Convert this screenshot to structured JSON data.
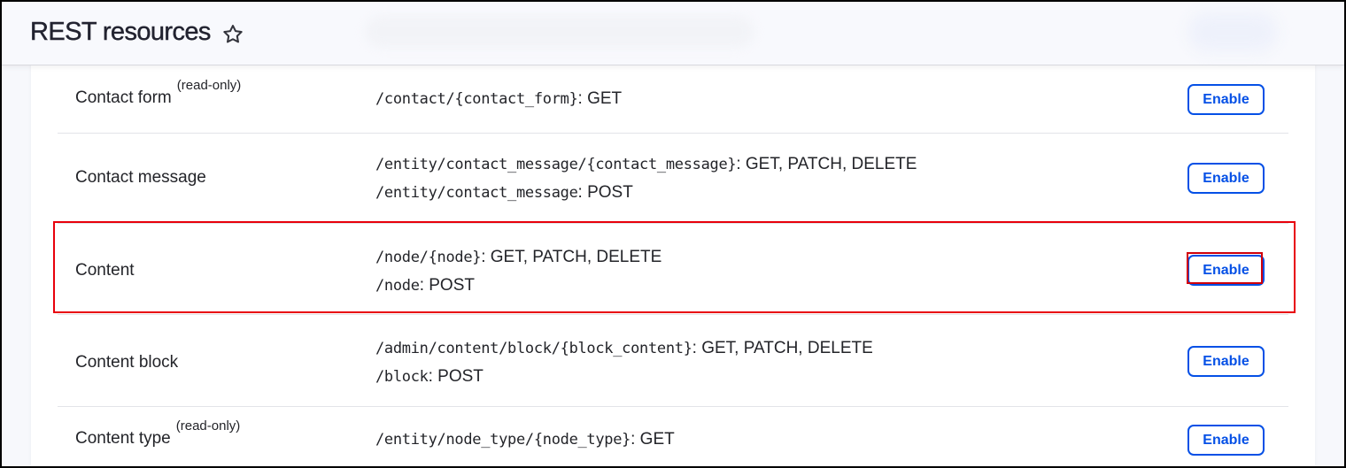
{
  "header": {
    "title": "REST resources",
    "favorite_icon": "star-outline-icon"
  },
  "resources": [
    {
      "name": "Contact form",
      "tag": "(read-only)",
      "paths": [
        {
          "path": "/contact/{contact_form}",
          "methods": ": GET"
        }
      ],
      "action": "Enable"
    },
    {
      "name": "Contact message",
      "tag": "",
      "paths": [
        {
          "path": "/entity/contact_message/{contact_message}",
          "methods": ": GET, PATCH, DELETE"
        },
        {
          "path": "/entity/contact_message",
          "methods": ": POST"
        }
      ],
      "action": "Enable"
    },
    {
      "name": "Content",
      "tag": "",
      "highlighted": true,
      "paths": [
        {
          "path": "/node/{node}",
          "methods": ": GET, PATCH, DELETE"
        },
        {
          "path": "/node",
          "methods": ": POST"
        }
      ],
      "action": "Enable"
    },
    {
      "name": "Content block",
      "tag": "",
      "paths": [
        {
          "path": "/admin/content/block/{block_content}",
          "methods": ": GET, PATCH, DELETE"
        },
        {
          "path": "/block",
          "methods": ": POST"
        }
      ],
      "action": "Enable"
    },
    {
      "name": "Content type",
      "tag": "(read-only)",
      "paths": [
        {
          "path": "/entity/node_type/{node_type}",
          "methods": ": GET"
        }
      ],
      "action": "Enable"
    }
  ],
  "colors": {
    "accent": "#0550e6",
    "highlight": "#e8000b",
    "text": "#232429"
  }
}
